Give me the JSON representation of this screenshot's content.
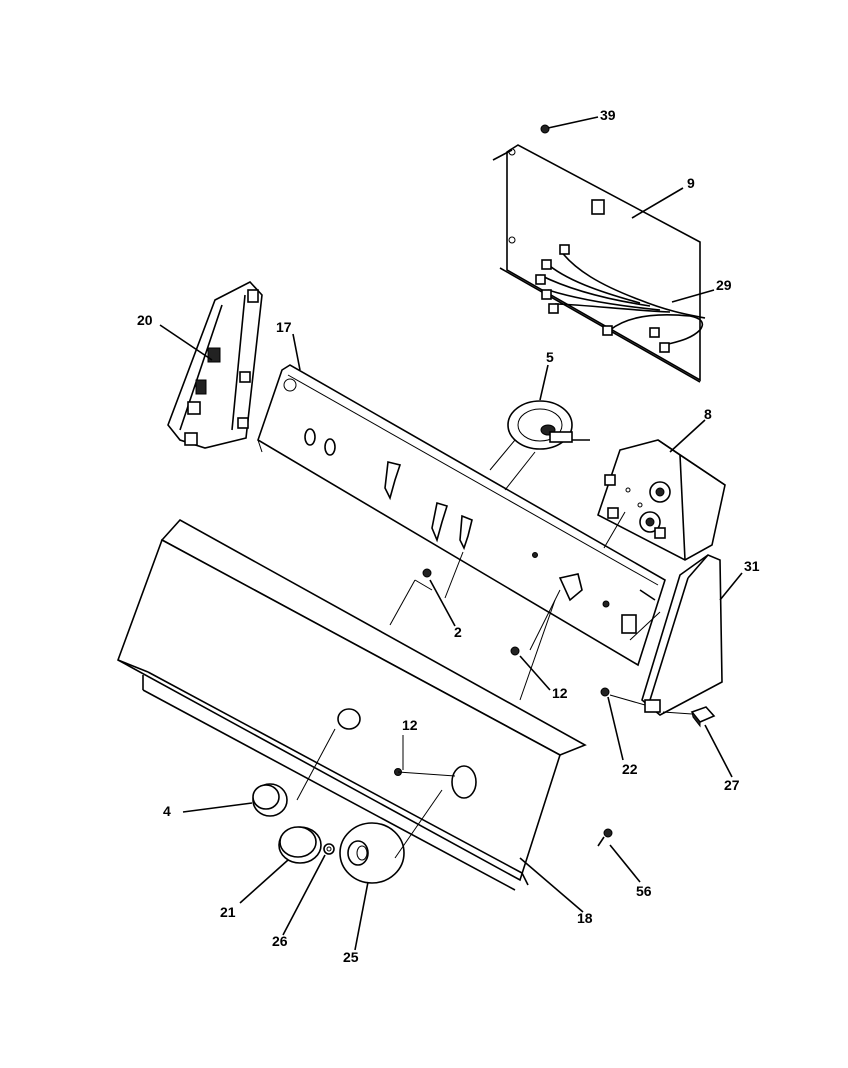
{
  "diagram": {
    "callouts": [
      "39",
      "9",
      "29",
      "20",
      "17",
      "5",
      "8",
      "31",
      "2",
      "12",
      "12",
      "22",
      "27",
      "4",
      "21",
      "26",
      "25",
      "18",
      "56"
    ]
  }
}
